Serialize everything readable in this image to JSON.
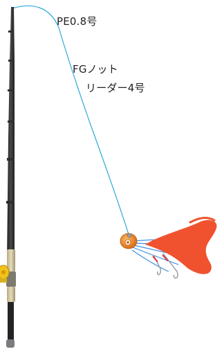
{
  "labels": {
    "main_line": "PE0.8号",
    "knot": "FGノット",
    "leader": "リーダー4号"
  },
  "colors": {
    "line": "#2aa9d8",
    "rod": "#2f2f31",
    "reel": "#f2c21b",
    "skirt": "#f0522f",
    "head": "#e88a2e",
    "tie": "#3f8fe0"
  },
  "icons": {
    "rod": "fishing-rod-icon",
    "reel": "reel-icon",
    "lure": "tai-rubber-lure-icon"
  }
}
